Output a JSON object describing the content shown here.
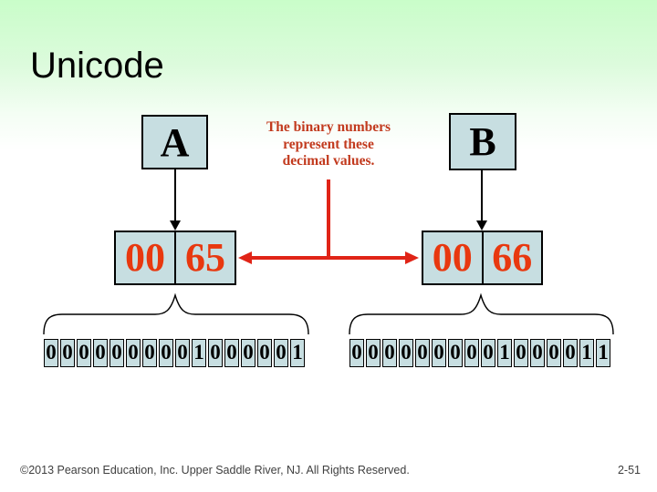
{
  "slide": {
    "title": "Unicode",
    "footer": {
      "copyright": "©2013 Pearson Education, Inc. Upper Saddle River, NJ. All Rights Reserved.",
      "page_number": "2-51"
    }
  },
  "caption": {
    "lines": [
      "The binary numbers",
      "represent these",
      "decimal values."
    ]
  },
  "characters": {
    "a": {
      "letter": "A",
      "code_high": "00",
      "code_low": "65",
      "bits": [
        "0",
        "0",
        "0",
        "0",
        "0",
        "0",
        "0",
        "0",
        "0",
        "1",
        "0",
        "0",
        "0",
        "0",
        "0",
        "1"
      ]
    },
    "b": {
      "letter": "B",
      "code_high": "00",
      "code_low": "66",
      "bits": [
        "0",
        "0",
        "0",
        "0",
        "0",
        "0",
        "0",
        "0",
        "0",
        "1",
        "0",
        "0",
        "0",
        "0",
        "1",
        "1"
      ]
    }
  },
  "colors": {
    "background_top_green": "#c9fdc9",
    "cell_fill_blue": "#c7dee1",
    "border_black": "#000000",
    "code_digit_red": "#e8380f",
    "caption_red": "#c23a1e",
    "connector_red": "#e02417",
    "footer_gray": "#3f3f3f"
  }
}
